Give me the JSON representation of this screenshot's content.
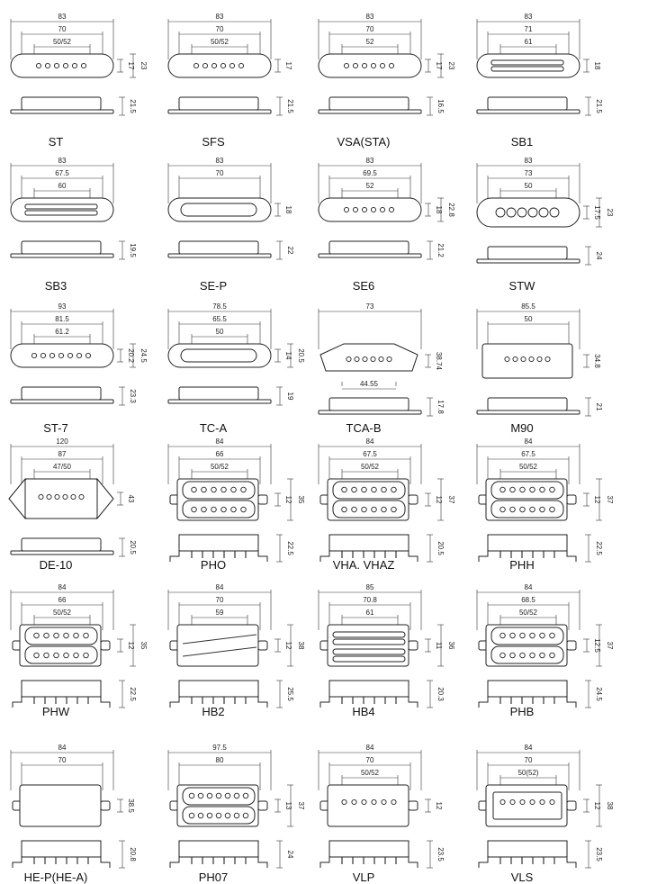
{
  "title": "",
  "pickups": [
    {
      "name": "ST",
      "top": {
        "w": "83",
        "a": "70",
        "b": "50/52"
      },
      "h": "17",
      "h2": "23",
      "side": "21.5",
      "style": "single"
    },
    {
      "name": "SFS",
      "top": {
        "w": "83",
        "a": "70",
        "b": "50/52"
      },
      "h": "17",
      "h2": "",
      "side": "21.5",
      "style": "single"
    },
    {
      "name": "VSA(STA)",
      "top": {
        "w": "83",
        "a": "70",
        "b": "52"
      },
      "h": "17",
      "h2": "23",
      "side": "16.5",
      "style": "single"
    },
    {
      "name": "SB1",
      "top": {
        "w": "83",
        "a": "71",
        "b": "61"
      },
      "h": "18",
      "h2": "",
      "side": "21.5",
      "style": "blade"
    },
    {
      "name": "SB3",
      "top": {
        "w": "83",
        "a": "67.5",
        "b": "60"
      },
      "h": "",
      "h2": "",
      "side": "19.5",
      "style": "blade"
    },
    {
      "name": "SE-P",
      "top": {
        "w": "83",
        "a": "70",
        "b": ""
      },
      "h": "18",
      "h2": "",
      "side": "22",
      "style": "cover"
    },
    {
      "name": "SE6",
      "top": {
        "w": "83",
        "a": "69.5",
        "b": "52"
      },
      "h": "18",
      "h2": "22.8",
      "side": "21.2",
      "style": "single"
    },
    {
      "name": "STW",
      "top": {
        "w": "83",
        "a": "73",
        "b": "50"
      },
      "h": "17.5",
      "h2": "23",
      "side": "24",
      "style": "big"
    },
    {
      "name": "ST-7",
      "top": {
        "w": "93",
        "a": "81.5",
        "b": "61.2"
      },
      "h": "20.2",
      "h2": "24.5",
      "side": "23.3",
      "style": "single7"
    },
    {
      "name": "TC-A",
      "top": {
        "w": "78.5",
        "a": "65.5",
        "b": "50"
      },
      "h": "14",
      "h2": "20.5",
      "side": "19",
      "style": "cover"
    },
    {
      "name": "TCA-B",
      "top": {
        "w": "73",
        "a": "",
        "b": "",
        "c": "44.55"
      },
      "h": "38.74",
      "h2": "",
      "side": "17.8",
      "style": "tele"
    },
    {
      "name": "M90",
      "top": {
        "w": "85.5",
        "a": "50",
        "b": ""
      },
      "h": "34.8",
      "h2": "",
      "side": "21",
      "style": "p90"
    },
    {
      "name": "DE-10",
      "top": {
        "w": "120",
        "a": "87",
        "b": "47/50"
      },
      "h": "43",
      "h2": "",
      "side": "20.5",
      "style": "dogear"
    },
    {
      "name": "PHO",
      "top": {
        "w": "84",
        "a": "66",
        "b": "50/52"
      },
      "h": "12",
      "h2": "35",
      "side": "22.5",
      "style": "hum"
    },
    {
      "name": "VHA. VHAZ",
      "top": {
        "w": "84",
        "a": "67.5",
        "b": "50/52"
      },
      "h": "12",
      "h2": "37",
      "side": "20.5",
      "style": "hum"
    },
    {
      "name": "PHH",
      "top": {
        "w": "84",
        "a": "67.5",
        "b": "50/52"
      },
      "h": "12",
      "h2": "37",
      "side": "22.5",
      "style": "hum"
    },
    {
      "name": "PHW",
      "top": {
        "w": "84",
        "a": "66",
        "b": "50/52"
      },
      "h": "12",
      "h2": "35",
      "side": "22.5",
      "style": "hum"
    },
    {
      "name": "HB2",
      "top": {
        "w": "84",
        "a": "70",
        "b": "59"
      },
      "h": "12",
      "h2": "38",
      "side": "25.5",
      "style": "hb2"
    },
    {
      "name": "HB4",
      "top": {
        "w": "85",
        "a": "70.8",
        "b": "61"
      },
      "h": "11",
      "h2": "36",
      "side": "20.3",
      "style": "hb4"
    },
    {
      "name": "PHB",
      "top": {
        "w": "84",
        "a": "68.5",
        "b": "50/52"
      },
      "h": "12.5",
      "h2": "37",
      "side": "24.5",
      "style": "hum"
    },
    {
      "name": "HE-P(HE-A)",
      "top": {
        "w": "84",
        "a": "70",
        "b": ""
      },
      "h": "38.5",
      "h2": "",
      "side": "20.8",
      "style": "hcover"
    },
    {
      "name": "PH07",
      "top": {
        "w": "97.5",
        "a": "80",
        "b": ""
      },
      "h": "13",
      "h2": "37",
      "side": "24",
      "style": "hum7"
    },
    {
      "name": "VLP",
      "top": {
        "w": "84",
        "a": "70",
        "b": "50/52"
      },
      "h": "12",
      "h2": "",
      "side": "23.5",
      "style": "vlp"
    },
    {
      "name": "VLS",
      "top": {
        "w": "84",
        "a": "70",
        "b": "50(52)"
      },
      "h": "12",
      "h2": "38",
      "side": "23.5",
      "style": "vls"
    }
  ]
}
